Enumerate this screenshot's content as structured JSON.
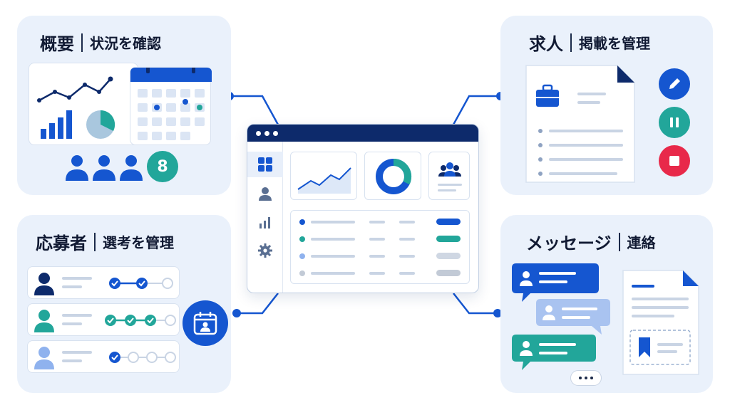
{
  "panels": {
    "overview": {
      "title": "概要",
      "subtitle": "状況を確認",
      "badge": "8"
    },
    "jobs": {
      "title": "求人",
      "subtitle": "掲載を管理"
    },
    "applicants": {
      "title": "応募者",
      "subtitle": "選考を管理"
    },
    "messages": {
      "title": "メッセージ",
      "subtitle": "連絡"
    }
  },
  "colors": {
    "navy": "#0d2a6b",
    "blue": "#1556d0",
    "teal": "#22a69a",
    "red": "#e8294a",
    "light_blue": "#8fb2ee",
    "panel_bg": "#eaf1fb"
  },
  "icons": {
    "dashboard": "grid-icon",
    "user": "user-icon",
    "stats": "bar-chart-icon",
    "settings": "gear-icon",
    "edit": "pencil-icon",
    "pause": "pause-icon",
    "stop": "stop-icon",
    "calendar": "calendar-icon",
    "more": "ellipsis-icon"
  },
  "applicants": {
    "rows": [
      {
        "avatar_color": "#0d2a6b",
        "steps_done": 2,
        "steps_total": 3
      },
      {
        "avatar_color": "#22a69a",
        "steps_done": 3,
        "steps_total": 4
      },
      {
        "avatar_color": "#8fb2ee",
        "steps_done": 1,
        "steps_total": 4
      }
    ]
  }
}
